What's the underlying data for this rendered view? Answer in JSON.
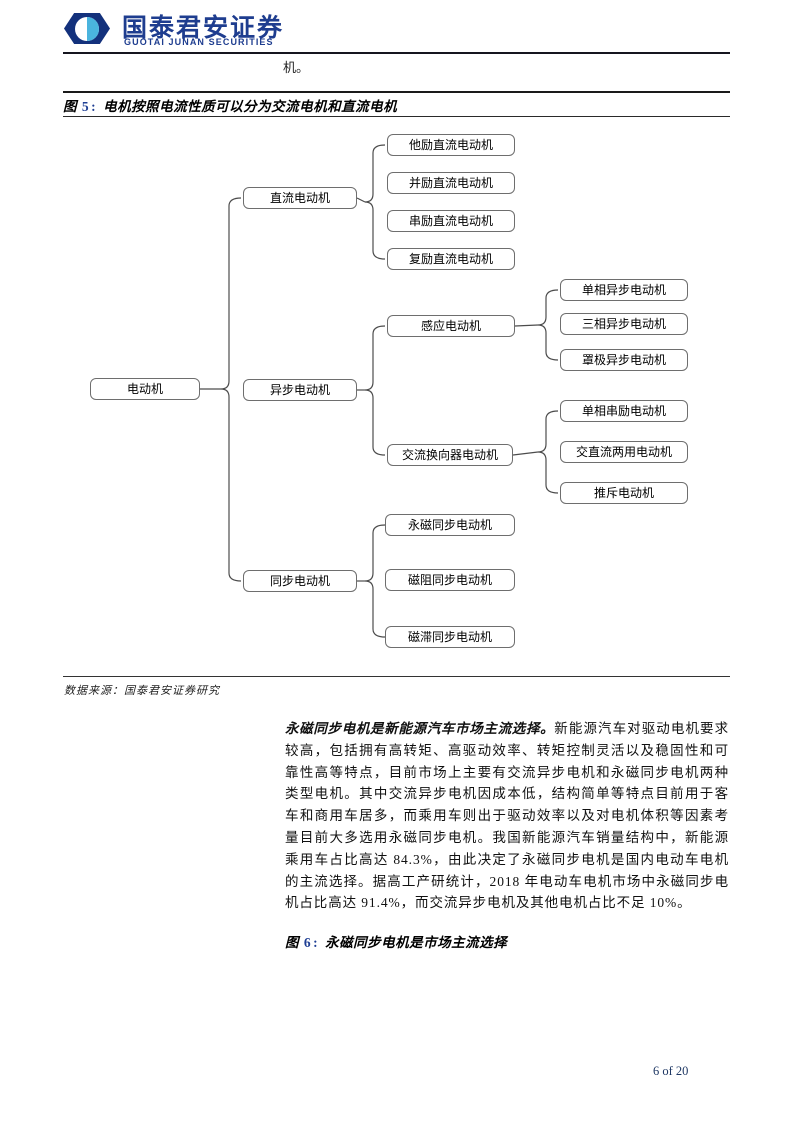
{
  "header": {
    "brand_cn": "国泰君安证券",
    "brand_en": "GUOTAI JUNAN SECURITIES"
  },
  "colors": {
    "brand_navy": "#1e3d8f",
    "logo_dark_blue": "#13317c",
    "logo_light_blue": "#4ab4de",
    "figure_number_blue": "#1f3f94",
    "page_number_navy": "#1f3864"
  },
  "body": {
    "leftover_text": "机。",
    "figure5": {
      "label": "图",
      "num": "5",
      "colon": ":",
      "title": "电机按照电流性质可以分为交流电机和直流电机"
    },
    "source_note": "数据来源：国泰君安证券研究",
    "paragraph": {
      "lead_bold": "永磁同步电机是新能源汽车市场主流选择。",
      "rest": "新能源汽车对驱动电机要求较高，包括拥有高转矩、高驱动效率、转矩控制灵活以及稳固性和可靠性高等特点，目前市场上主要有交流异步电机和永磁同步电机两种类型电机。其中交流异步电机因成本低，结构简单等特点目前用于客车和商用车居多，而乘用车则出于驱动效率以及对电机体积等因素考量目前大多选用永磁同步电机。我国新能源汽车销量结构中，新能源乘用车占比高达 84.3%，由此决定了永磁同步电机是国内电动车电机的主流选择。据高工产研统计，2018 年电动车电机市场中永磁同步电机占比高达 91.4%，而交流异步电机及其他电机占比不足 10%。"
    },
    "figure6": {
      "label": "图",
      "num": "6",
      "colon": ":",
      "title": "永磁同步电机是市场主流选择"
    }
  },
  "diagram": {
    "root": "电动机",
    "dc": "直流电动机",
    "async": "异步电动机",
    "sync": "同步电动机",
    "induction": "感应电动机",
    "ac_commutator": "交流换向器电动机",
    "dc_children": [
      "他励直流电动机",
      "并励直流电动机",
      "串励直流电动机",
      "复励直流电动机"
    ],
    "induction_children": [
      "单相异步电动机",
      "三相异步电动机",
      "罩极异步电动机"
    ],
    "ac_children": [
      "单相串励电动机",
      "交直流两用电动机",
      "推斥电动机"
    ],
    "sync_children": [
      "永磁同步电动机",
      "磁阻同步电动机",
      "磁滞同步电动机"
    ]
  },
  "footer": {
    "page": "6 of 20"
  }
}
